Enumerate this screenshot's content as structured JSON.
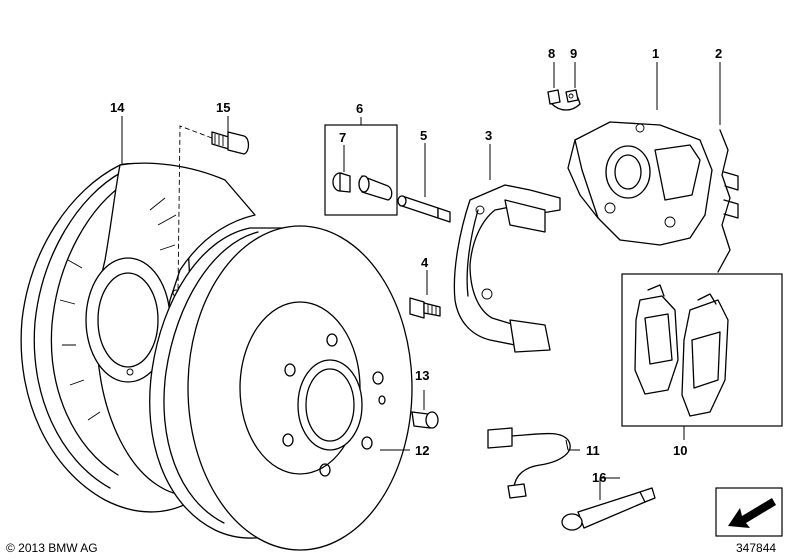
{
  "callouts": {
    "c1": "1",
    "c2": "2",
    "c3": "3",
    "c4": "4",
    "c5": "5",
    "c6": "6",
    "c7": "7",
    "c8": "8",
    "c9": "9",
    "c10": "10",
    "c11": "11",
    "c12": "12",
    "c13": "13",
    "c14": "14",
    "c15": "15",
    "c16": "16"
  },
  "footer": {
    "copyright": "© 2013 BMW AG",
    "diagram_number": "347844"
  },
  "icons": {
    "nav_arrow": "arrow-down-left-icon"
  }
}
